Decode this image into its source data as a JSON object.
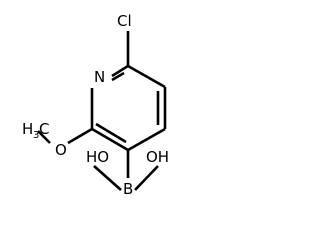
{
  "molecule": {
    "atoms": {
      "chlorine": "Cl",
      "nitrogen": "N",
      "methyl_carbon": "C",
      "methyl_hydrogen": "H",
      "methyl_subscript": "3",
      "ether_oxygen": "O",
      "boron": "B",
      "hydroxyl_left": "HO",
      "hydroxyl_right": "OH"
    }
  }
}
